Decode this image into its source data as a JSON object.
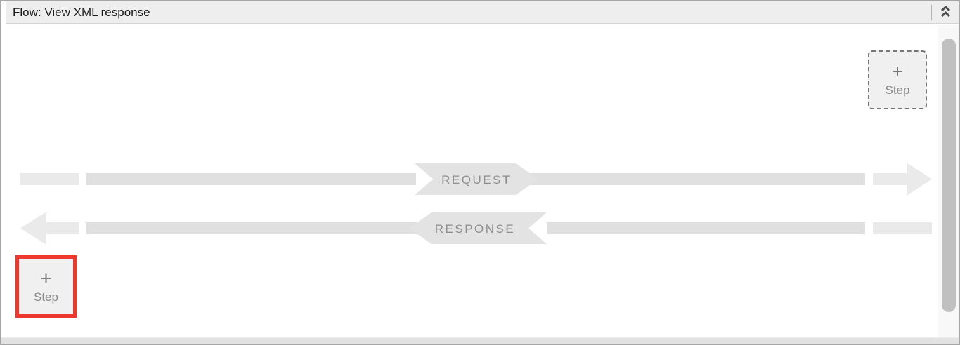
{
  "titlebar": {
    "title": "Flow: View XML response",
    "collapse_icon": "double-chevron-up"
  },
  "flow": {
    "request_label": "REQUEST",
    "response_label": "RESPONSE",
    "request_direction": "right",
    "response_direction": "left"
  },
  "buttons": {
    "add_step_top": {
      "plus": "+",
      "label": "Step"
    },
    "add_step_bottom": {
      "plus": "+",
      "label": "Step",
      "highlighted": true
    }
  },
  "colors": {
    "highlight_red": "#ed382b",
    "rail_gray": "#e0e0e0",
    "rail_light_gray": "#eaeaea",
    "banner_gray": "#e3e3e3",
    "titlebar_bg": "#eeeeee"
  }
}
